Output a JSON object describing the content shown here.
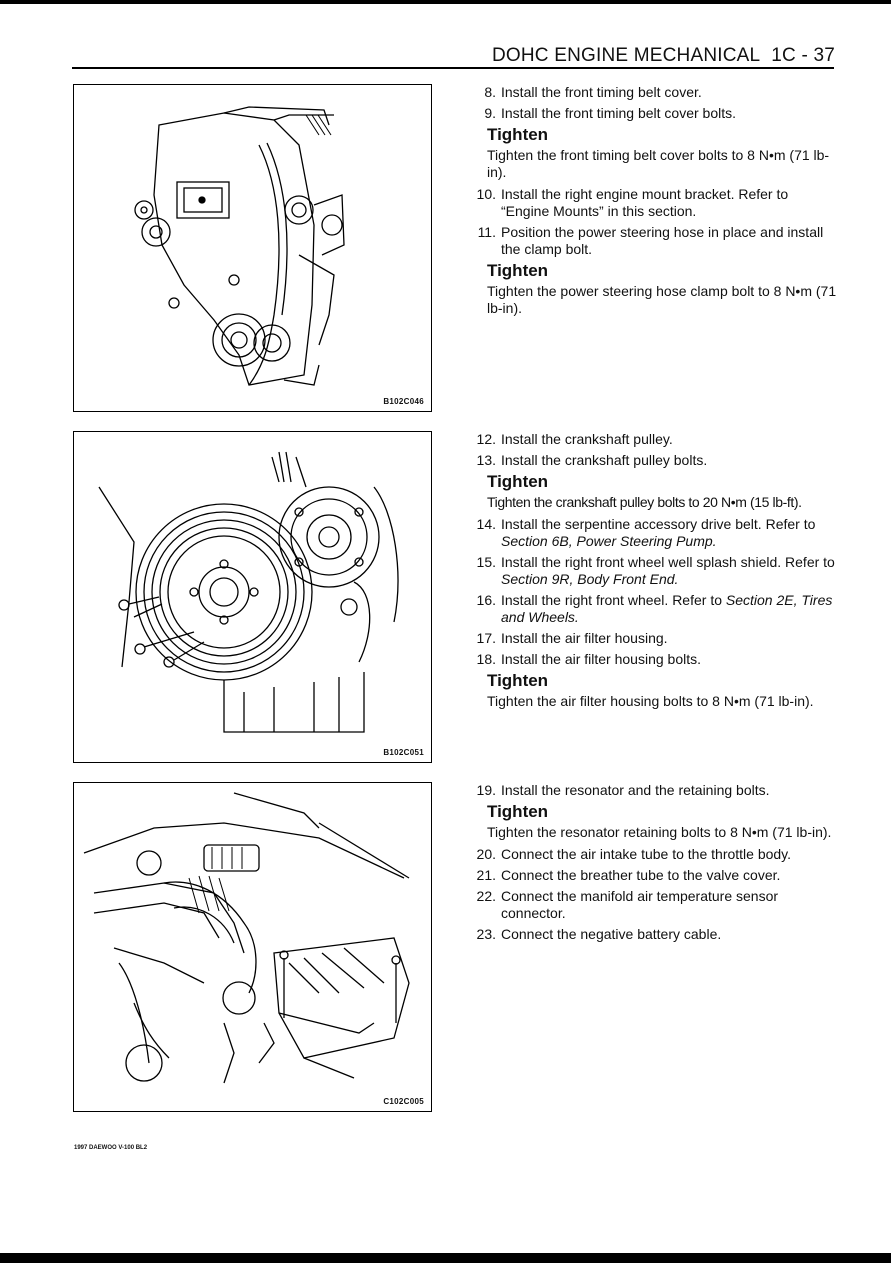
{
  "header": {
    "title": "DOHC ENGINE MECHANICAL",
    "page": "1C - 37"
  },
  "figures": [
    {
      "code": "B102C046"
    },
    {
      "code": "B102C051"
    },
    {
      "code": "C102C005"
    }
  ],
  "block1": {
    "steps": [
      {
        "num": "8.",
        "text": "Install the front timing belt cover."
      },
      {
        "num": "9.",
        "text": "Install the front timing belt cover bolts."
      }
    ],
    "tighten_heading": "Tighten",
    "tighten_text": "Tighten the front timing belt cover bolts to 8 N•m (71 lb-in).",
    "steps2": [
      {
        "num": "10.",
        "text": "Install the right engine mount bracket. Refer to “Engine Mounts” in this section."
      },
      {
        "num": "11.",
        "text": "Position the power steering hose in place and install the clamp bolt."
      }
    ],
    "tighten_heading2": "Tighten",
    "tighten_text2": "Tighten the power steering hose clamp bolt to 8 N•m (71 lb-in)."
  },
  "block2": {
    "steps": [
      {
        "num": "12.",
        "text": "Install the crankshaft pulley."
      },
      {
        "num": "13.",
        "text": "Install the crankshaft pulley bolts."
      }
    ],
    "tighten_heading": "Tighten",
    "tighten_text": "Tighten the crankshaft pulley bolts to 20 N•m (15 lb-ft).",
    "step14": {
      "num": "14.",
      "text": "Install the serpentine accessory drive belt. Refer to",
      "ref": "Section 6B, Power Steering Pump."
    },
    "step15": {
      "num": "15.",
      "text": "Install the right front wheel well splash shield. Refer to",
      "ref": "Section 9R, Body Front End."
    },
    "step16": {
      "num": "16.",
      "text": "Install the right front wheel. Refer to",
      "ref": "Section 2E, Tires and Wheels."
    },
    "steps2": [
      {
        "num": "17.",
        "text": "Install the air filter housing."
      },
      {
        "num": "18.",
        "text": "Install the air filter housing bolts."
      }
    ],
    "tighten_heading2": "Tighten",
    "tighten_text2": "Tighten the air filter housing bolts to 8 N•m (71 lb-in)."
  },
  "block3": {
    "steps": [
      {
        "num": "19.",
        "text": "Install the resonator and the retaining bolts."
      }
    ],
    "tighten_heading": "Tighten",
    "tighten_text": "Tighten the resonator retaining bolts to 8 N•m (71 lb-in).",
    "steps2": [
      {
        "num": "20.",
        "text": "Connect the air intake tube to the throttle body."
      },
      {
        "num": "21.",
        "text": "Connect the breather tube to the valve cover."
      },
      {
        "num": "22.",
        "text": "Connect the manifold air temperature sensor connector."
      },
      {
        "num": "23.",
        "text": "Connect the negative battery cable."
      }
    ]
  },
  "footer": {
    "text": "1997 DAEWOO V-100 BL2"
  }
}
